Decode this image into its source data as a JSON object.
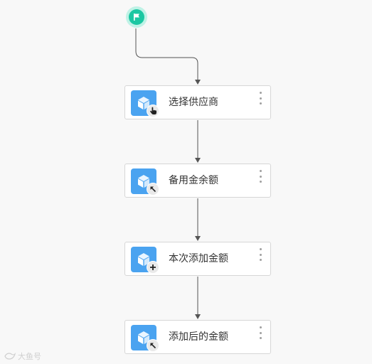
{
  "start": {
    "icon": "flag-icon",
    "color": "#1bc7a2"
  },
  "nodes": [
    {
      "label": "选择供应商",
      "badge_icon": "pointer-hand-icon"
    },
    {
      "label": "备用金余额",
      "badge_icon": "arrow-up-left-icon"
    },
    {
      "label": "本次添加金额",
      "badge_icon": "plus-icon"
    },
    {
      "label": "添加后的金额",
      "badge_icon": "arrow-up-left-icon"
    }
  ],
  "node_icon": "cube-icon",
  "colors": {
    "accent": "#4aa3f0",
    "connector": "#555555",
    "start": "#1bc7a2"
  },
  "watermark": {
    "text": "大鱼号"
  }
}
